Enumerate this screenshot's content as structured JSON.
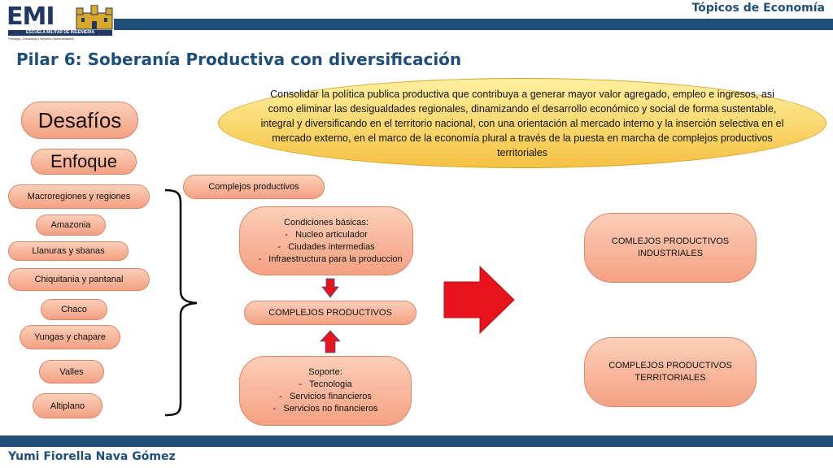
{
  "header": {
    "logo_text": "EMI",
    "logo_band": "ESCUELA MILITAR DE INGENIERIA",
    "logo_motto": "Prestigio, Disciplina y Mejores Oportunidades",
    "course": "Tópicos de Economía"
  },
  "slide": {
    "title": "Pilar 6: Soberanía Productiva con diversificación",
    "objective": "Consolidar la política publica productiva que contribuya a generar mayor valor agregado, empleo e ingresos, asi como eliminar las desigualdades regionales, dinamizando el desarrollo económico y social de forma sustentable, integral y diversificando en el territorio nacional, con una orientación al mercado interno y la inserción selectiva en el mercado externo, en el marco de la economía plural a través de la puesta en marcha de complejos productivos territoriales",
    "desafios": "Desafíos",
    "enfoque": "Enfoque",
    "regions": [
      "Macroregiones y regiones",
      "Amazonia",
      "Llanuras y sbanas",
      "Chiquitania y pantanal",
      "Chaco",
      "Yungas y chapare",
      "Valles",
      "Altiplano"
    ],
    "complejos_productivos": "Complejos productivos",
    "condiciones": {
      "title": "Condiciones básicas:",
      "items": [
        "Nucleo articulador",
        "Ciudades intermedias",
        "Infraestructura para la produccion"
      ]
    },
    "complejos_center": "COMPLEJOS PRODUCTIVOS",
    "soporte": {
      "title": "Soporte:",
      "items": [
        "Tecnologia",
        "Servicios financieros",
        "Servicios no financieros"
      ]
    },
    "industriales": "COMLEJOS PRODUCTIVOS INDUSTRIALES",
    "territoriales": "COMPLEJOS PRODUCTIVOS TERRITORIALES"
  },
  "footer": {
    "author": "Yumi Fiorella Nava Gómez"
  },
  "colors": {
    "brand": "#1f4e79",
    "salmon": "#f4a182",
    "yellow": "#f5c242",
    "red_arrow": "#e8141b"
  }
}
